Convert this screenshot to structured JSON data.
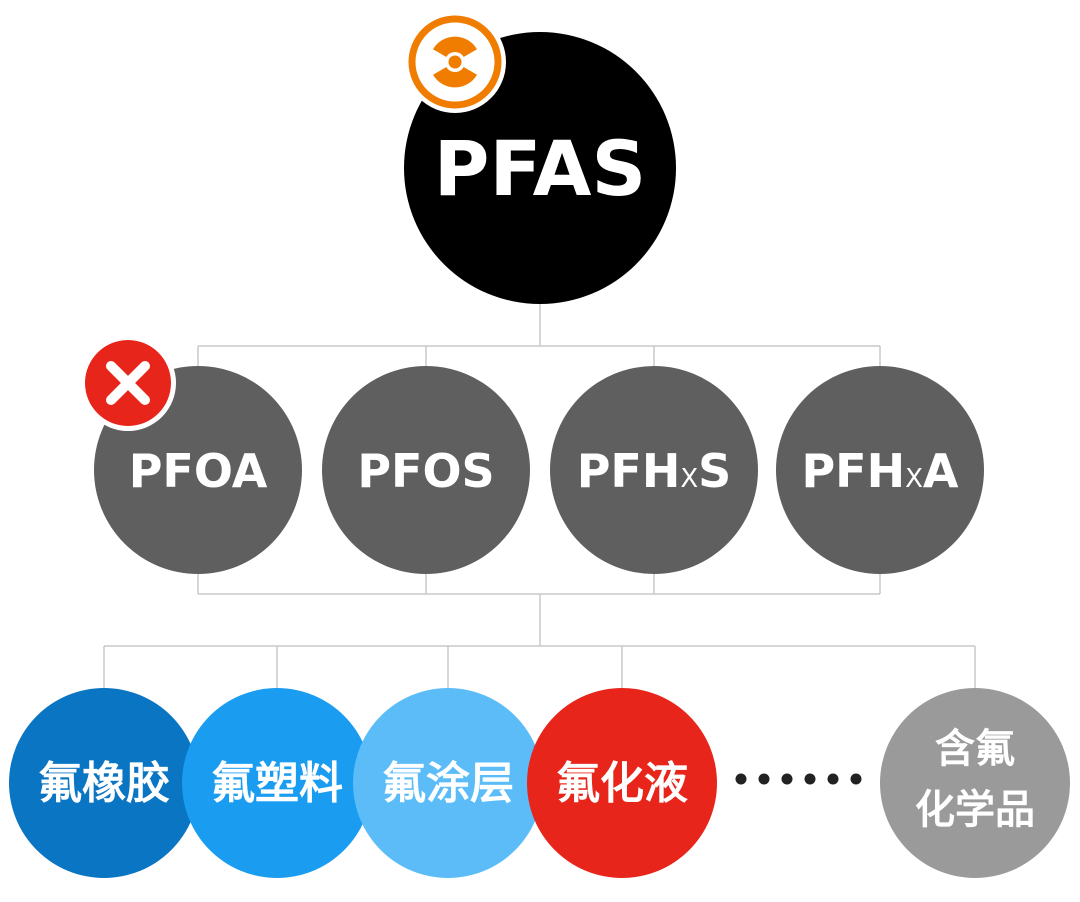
{
  "root": {
    "label": "PFAS",
    "color": "#000000",
    "badge_icon": "radiation-icon",
    "badge_color": "#f07d00"
  },
  "level2": [
    {
      "id": "pfoa",
      "label_main": "PFOA",
      "label_sub": "",
      "label_tail": "",
      "color": "#5f5f5f",
      "badge_icon": "close-icon",
      "badge_color": "#e8251a"
    },
    {
      "id": "pfos",
      "label_main": "PFOS",
      "label_sub": "",
      "label_tail": "",
      "color": "#5f5f5f"
    },
    {
      "id": "pfhxs",
      "label_main": "PFH",
      "label_sub": "X",
      "label_tail": "S",
      "color": "#5f5f5f"
    },
    {
      "id": "pfhxa",
      "label_main": "PFH",
      "label_sub": "X",
      "label_tail": "A",
      "color": "#5f5f5f"
    }
  ],
  "level3": [
    {
      "id": "fluoro-rubber",
      "lines": [
        "氟橡胶"
      ],
      "color": "#0a75c2"
    },
    {
      "id": "fluoro-plastic",
      "lines": [
        "氟塑料"
      ],
      "color": "#1a9cf0"
    },
    {
      "id": "fluoro-coating",
      "lines": [
        "氟涂层"
      ],
      "color": "#5bbcf8"
    },
    {
      "id": "fluoro-liquid",
      "lines": [
        "氟化液"
      ],
      "color": "#e8251a"
    },
    {
      "id": "fluoro-chemicals",
      "lines": [
        "含氟",
        "化学品"
      ],
      "color": "#9a9a9a"
    }
  ],
  "ellipsis": {
    "count": 6,
    "color": "#222222"
  },
  "connector_color": "#c8c8c8"
}
